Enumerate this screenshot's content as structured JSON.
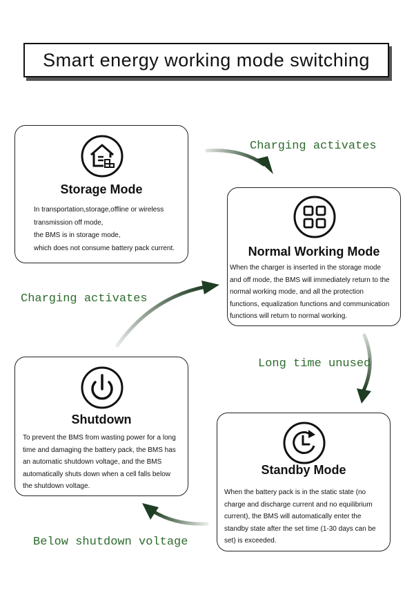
{
  "title": "Smart energy working mode switching",
  "modes": {
    "storage": {
      "icon": "house-storage-icon",
      "title": "Storage Mode",
      "lines": [
        "In transportation,storage,offline or wireless",
        "transmission off mode,",
        "the BMS is in storage mode,",
        "which does not consume battery pack current."
      ]
    },
    "normal": {
      "icon": "grid-four-squares-icon",
      "title": "Normal Working Mode",
      "lines": [
        "When the charger is inserted in the storage mode",
        "and off mode, the BMS will immediately return to the",
        "normal working mode, and all the protection",
        "functions, equalization functions and communication",
        "functions will return to normal working."
      ]
    },
    "shutdown": {
      "icon": "power-icon",
      "title": "Shutdown",
      "lines": [
        "To prevent the BMS from wasting power for a long",
        "time and damaging the battery pack, the BMS has",
        "an automatic shutdown voltage, and the BMS",
        "automatically shuts down when a cell falls below",
        "the shutdown voltage."
      ]
    },
    "standby": {
      "icon": "clock-refresh-icon",
      "title": "Standby Mode",
      "lines": [
        "When the battery pack is in the static state (no",
        "charge and discharge current and no equilibrium",
        "current), the BMS will automatically enter the",
        "standby state after the set time (1-30 days can be",
        "set) is exceeded."
      ]
    }
  },
  "transitions": {
    "storage_to_normal": "Charging activates",
    "shutdown_to_normal": "Charging activates",
    "normal_to_standby": "Long time unused",
    "standby_to_shutdown": "Below shutdown voltage"
  },
  "colors": {
    "arrow": "#1f3d22",
    "label": "#2f6b2f",
    "border": "#222222"
  }
}
